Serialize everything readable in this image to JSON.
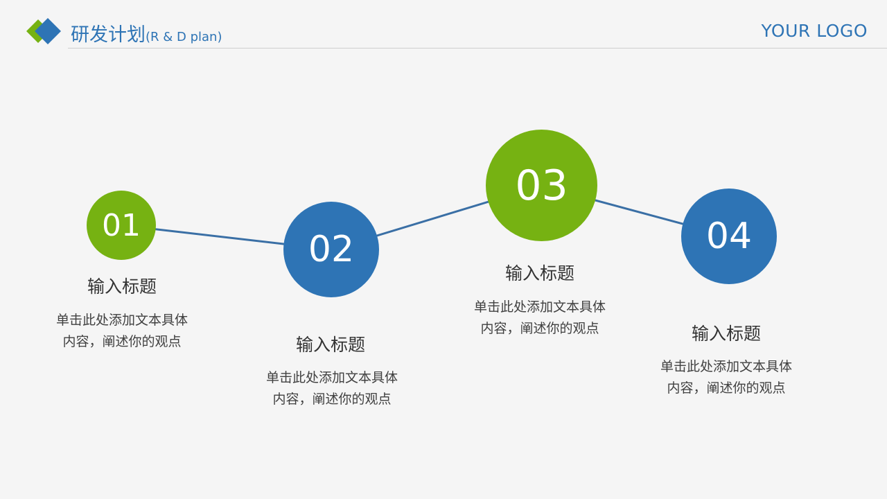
{
  "header": {
    "title": "研发计划",
    "subtitle": "(R & D plan)",
    "brand": "YOUR LOGO"
  },
  "colors": {
    "green": "#76b212",
    "blue": "#2e74b5",
    "connector": "#3a6fa5",
    "background": "#f5f5f5"
  },
  "steps": [
    {
      "number": "01",
      "heading": "输入标题",
      "desc_line1": "单击此处添加文本具体",
      "desc_line2": "内容，阐述你的观点"
    },
    {
      "number": "02",
      "heading": "输入标题",
      "desc_line1": "单击此处添加文本具体",
      "desc_line2": "内容，阐述你的观点"
    },
    {
      "number": "03",
      "heading": "输入标题",
      "desc_line1": "单击此处添加文本具体",
      "desc_line2": "内容，阐述你的观点"
    },
    {
      "number": "04",
      "heading": "输入标题",
      "desc_line1": "单击此处添加文本具体",
      "desc_line2": "内容，阐述你的观点"
    }
  ]
}
